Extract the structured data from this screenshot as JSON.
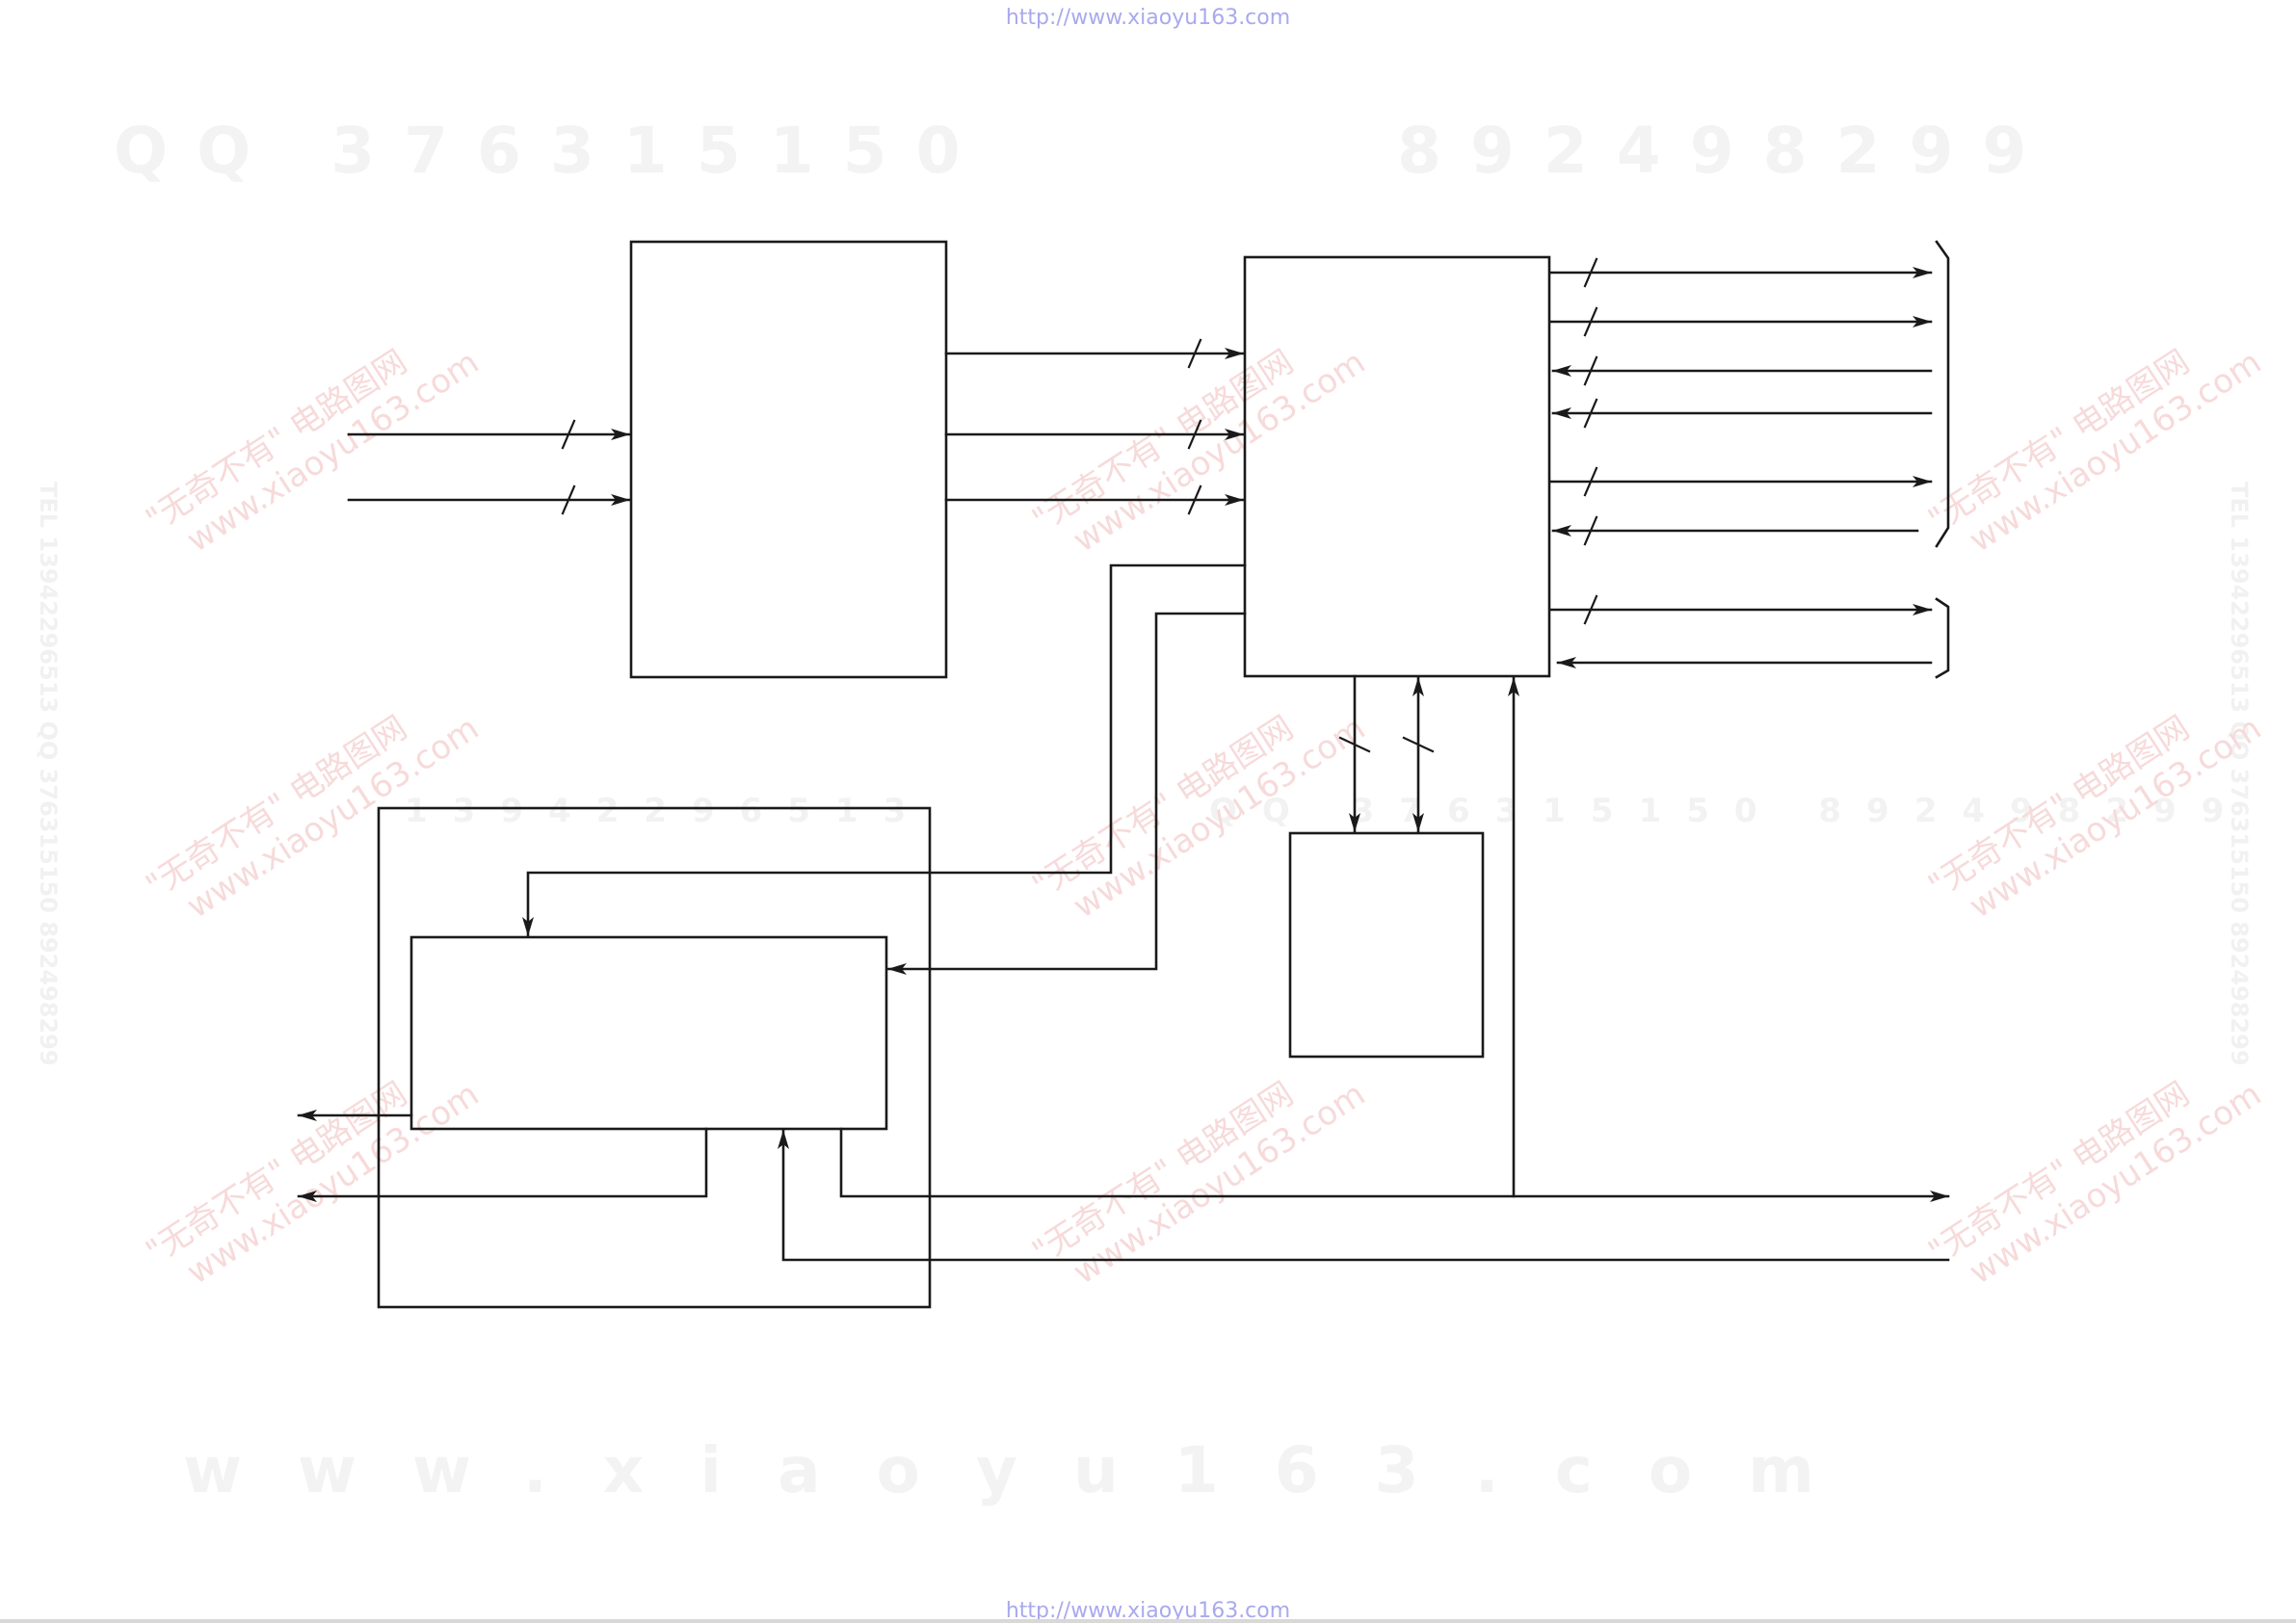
{
  "header": {
    "url": "http://www.xiaoyu163.com"
  },
  "footer": {
    "url": "http://www.xiaoyu163.com"
  },
  "watermarks": {
    "qq": "QQ 376315150",
    "tel": "892498299",
    "www": "www.xiaoyu163.com",
    "mid_left": "13942296513",
    "mid_right": "QQ 376315150 892498299",
    "side_left": "TEL 13942296513 QQ 376315150 892498299",
    "side_right": "TEL 13942296513 QQ 376315150 892498299",
    "stamp_line1": "\"无奇不有\" 电路图网",
    "stamp_line2": "www.xiaoyu163.com"
  },
  "colors": {
    "line": "#1a1a1a",
    "url": "#a9a9ee",
    "watermark": "#f3f3f3",
    "stamp": "#f7dada"
  }
}
